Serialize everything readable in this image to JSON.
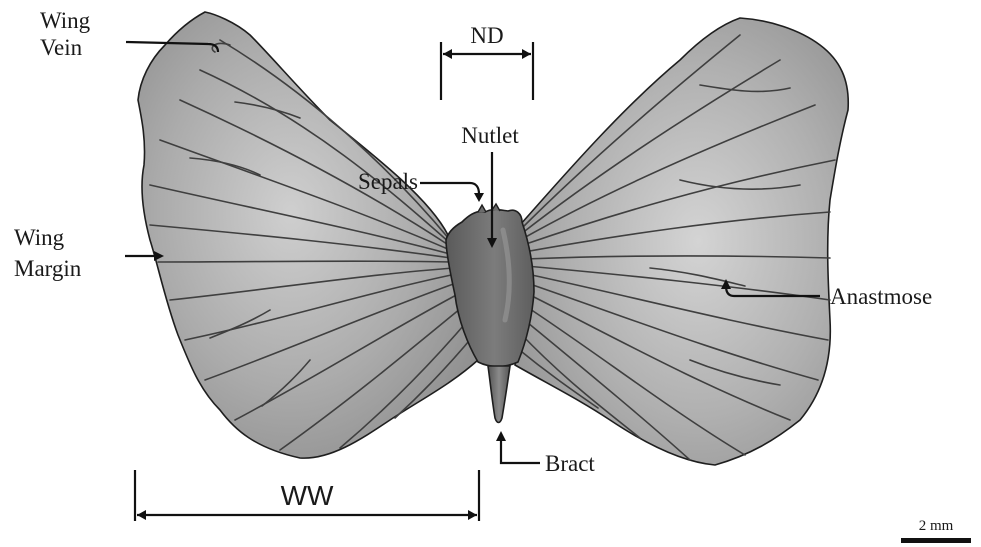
{
  "labels": {
    "wing_vein": [
      "Wing",
      "Vein"
    ],
    "wing_margin": [
      "Wing",
      "Margin"
    ],
    "nutlet_diameter": "ND",
    "nutlet": "Nutlet",
    "sepals": "Sepals",
    "anastomose": "Anastmose",
    "bract": "Bract",
    "wing_width": "WW",
    "scale_bar": "2 mm"
  },
  "colors": {
    "wing_fill": "#9f9f9f",
    "wing_highlight": "#d2d2d2",
    "nutlet_fill": "#6c6c6c",
    "vein": "#3f3f3f",
    "ink": "#1a1a1a"
  }
}
